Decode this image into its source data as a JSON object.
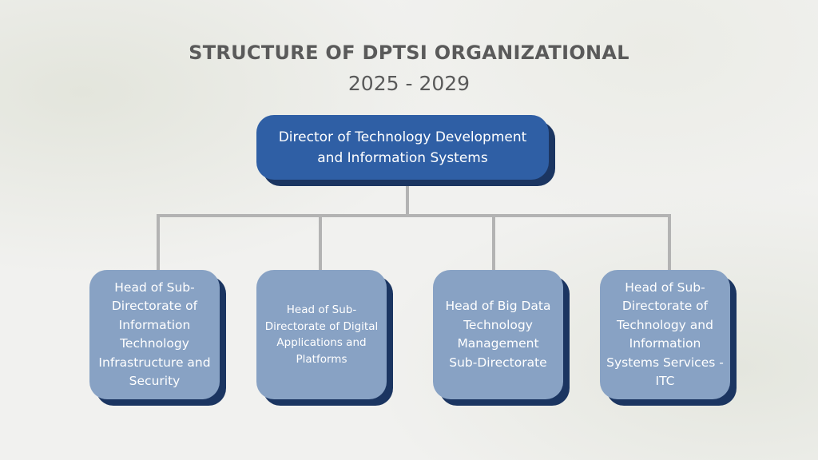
{
  "title": "STRUCTURE OF DPTSI ORGANIZATIONAL",
  "subtitle": "2025 - 2029",
  "director": "Director of Technology Development and Information Systems",
  "units": [
    "Head of Sub-Directorate of Information Technology Infrastructure and Security",
    "Head of Sub-Directorate of Digital Applications and Platforms",
    "Head of Big Data Technology Management Sub-Directorate",
    "Head of Sub-Directorate of Technology and Information Systems Services - ITC"
  ],
  "colors": {
    "director": "#2f5fa5",
    "unit": "#88a2c4",
    "shadow": "#1b3561",
    "connector": "#b3b3b3"
  }
}
